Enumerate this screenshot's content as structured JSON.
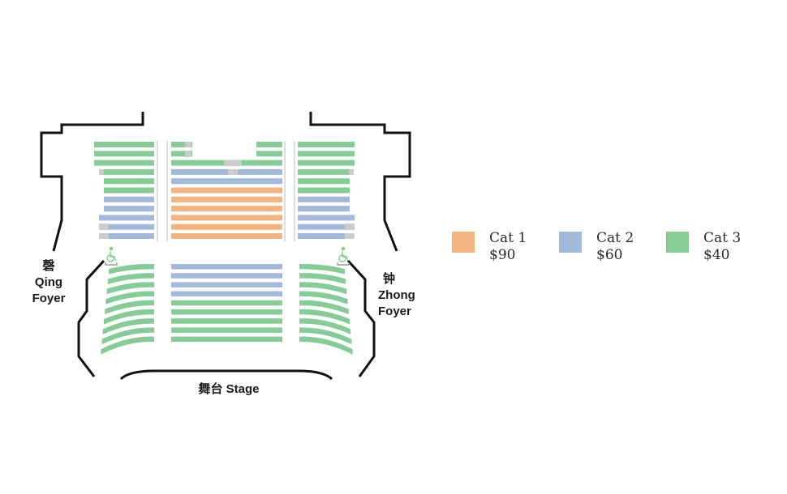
{
  "labels": {
    "qing_cn": "磬",
    "qing_en_1": "Qing",
    "qing_en_2": "Foyer",
    "zhong_cn": "钟",
    "zhong_en_1": "Zhong",
    "zhong_en_2": "Foyer",
    "stage": "舞台 Stage"
  },
  "legend": [
    {
      "name": "Cat 1",
      "price": "$90",
      "color": "#f5b47f"
    },
    {
      "name": "Cat 2",
      "price": "$60",
      "color": "#a3b9dc"
    },
    {
      "name": "Cat 3",
      "price": "$40",
      "color": "#86cc97"
    }
  ],
  "colors": {
    "cat1": "#f5b47f",
    "cat2": "#a3b9dc",
    "cat3": "#86cc97",
    "unavailable": "#cccccc",
    "wall": "#111111",
    "aisle": "#bdbdbd"
  },
  "icons": {
    "wheelchair": "wheelchair-icon"
  },
  "upper_rows": {
    "left_block": [
      "cat3",
      "cat3",
      "cat3",
      "cat3",
      "cat3",
      "cat3",
      "cat2",
      "cat2",
      "cat2",
      "cat2",
      "cat2"
    ],
    "center_block": [
      "cat3",
      "cat3",
      "cat3",
      "cat2",
      "cat2",
      "cat1",
      "cat1",
      "cat1",
      "cat1",
      "cat1",
      "cat1"
    ],
    "right_block": [
      "cat3",
      "cat3",
      "cat3",
      "cat3",
      "cat3",
      "cat3",
      "cat2",
      "cat2",
      "cat2",
      "cat2",
      "cat2"
    ]
  },
  "lower_rows": {
    "left_block": [
      "cat3",
      "cat3",
      "cat3",
      "cat3",
      "cat3",
      "cat3",
      "cat3",
      "cat3",
      "cat3"
    ],
    "center_block": [
      "cat2",
      "cat2",
      "cat2",
      "cat2",
      "cat3",
      "cat3",
      "cat3",
      "cat3",
      "cat3"
    ],
    "right_block": [
      "cat3",
      "cat3",
      "cat3",
      "cat3",
      "cat3",
      "cat3",
      "cat3",
      "cat3",
      "cat3"
    ]
  }
}
